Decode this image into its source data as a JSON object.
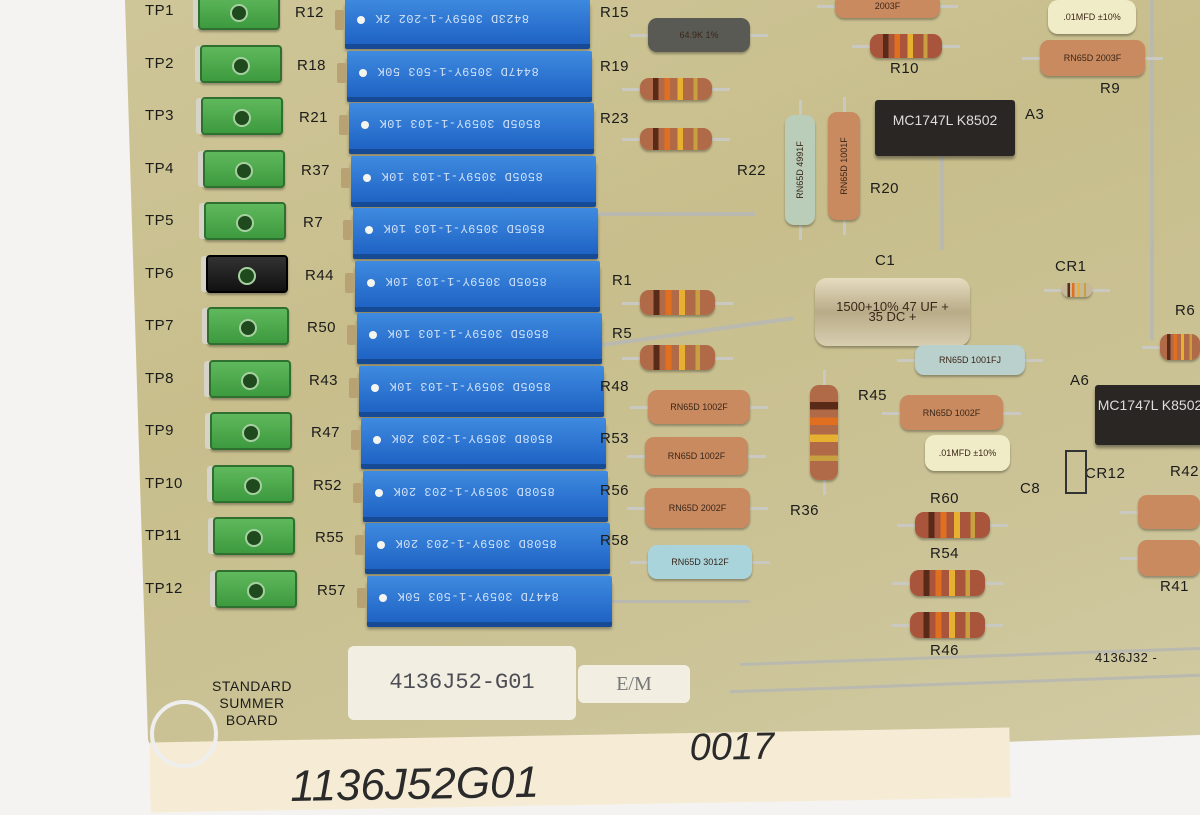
{
  "board": {
    "title_lines": [
      "STANDARD",
      "SUMMER",
      "BOARD"
    ],
    "part_number_sticker": "4136J52-G01",
    "em_sticker": "E/M",
    "edge_label": "4136J32 -"
  },
  "tag": {
    "line1": "0017",
    "line2": "1136J52G01"
  },
  "test_points": [
    "TP1",
    "TP2",
    "TP3",
    "TP4",
    "TP5",
    "TP6",
    "TP7",
    "TP8",
    "TP9",
    "TP10",
    "TP11",
    "TP12"
  ],
  "trimmers": [
    {
      "ref": "R12",
      "marking": "8423D  3059Y-1-202 2K"
    },
    {
      "ref": "R18",
      "marking": "8447D  3059Y-1-503 50K"
    },
    {
      "ref": "R21",
      "marking": "8505D  3059Y-1-103 10K"
    },
    {
      "ref": "R37",
      "marking": "8505D  3059Y-1-103 10K"
    },
    {
      "ref": "R7",
      "marking": "8505D  3059Y-1-103 10K"
    },
    {
      "ref": "R44",
      "marking": "8505D  3059Y-1-103 10K"
    },
    {
      "ref": "R50",
      "marking": "8505D  3059Y-1-103 10K"
    },
    {
      "ref": "R43",
      "marking": "8505D  3059Y-1-103 10K"
    },
    {
      "ref": "R47",
      "marking": "8508D  3059Y-1-203 20K"
    },
    {
      "ref": "R52",
      "marking": "8508D  3059Y-1-203 20K"
    },
    {
      "ref": "R55",
      "marking": "8508D  3059Y-1-203 20K"
    },
    {
      "ref": "R57",
      "marking": "8447D  3059Y-1-503 50K"
    }
  ],
  "components": [
    {
      "ref": "R15",
      "marking": "64.9K 1%"
    },
    {
      "ref": "R19",
      "marking": ""
    },
    {
      "ref": "R23",
      "marking": ""
    },
    {
      "ref": "R22",
      "marking": "RN65D 4991F"
    },
    {
      "ref": "R20",
      "marking": "RN65D 1001F"
    },
    {
      "ref": "R10",
      "marking": ""
    },
    {
      "ref": "R9",
      "marking": "RN65D 2003F"
    },
    {
      "ref": "",
      "marking": "2003F"
    },
    {
      "ref": "",
      "marking": ".01MFD ±10%"
    },
    {
      "ref": "A3",
      "marking": "MC1747L K8502"
    },
    {
      "ref": "C1",
      "marking": "1500+10% 47 UF + 35 DC +"
    },
    {
      "ref": "CR1",
      "marking": ""
    },
    {
      "ref": "R6",
      "marking": ""
    },
    {
      "ref": "R1",
      "marking": ""
    },
    {
      "ref": "R5",
      "marking": ""
    },
    {
      "ref": "",
      "marking": "RN65D 1001FJ"
    },
    {
      "ref": "R48",
      "marking": "RN65D 1002F"
    },
    {
      "ref": "R53",
      "marking": "RN65D 1002F"
    },
    {
      "ref": "R56",
      "marking": "RN65D 2002F"
    },
    {
      "ref": "R58",
      "marking": "RN65D 3012F"
    },
    {
      "ref": "R36",
      "marking": ""
    },
    {
      "ref": "R45",
      "marking": "RN65D 1002F"
    },
    {
      "ref": "C8",
      "marking": ".01MFD ±10%"
    },
    {
      "ref": "CR12",
      "marking": ""
    },
    {
      "ref": "A6",
      "marking": "MC1747L K8502"
    },
    {
      "ref": "R60",
      "marking": ""
    },
    {
      "ref": "R54",
      "marking": ""
    },
    {
      "ref": "R46",
      "marking": ""
    },
    {
      "ref": "R42",
      "marking": ""
    },
    {
      "ref": "R41",
      "marking": ""
    }
  ],
  "colors": {
    "board": "#c9c08e",
    "trimmer": "#2f74d6",
    "test_point": "#4fa94d",
    "resistor": "#b07a55"
  }
}
